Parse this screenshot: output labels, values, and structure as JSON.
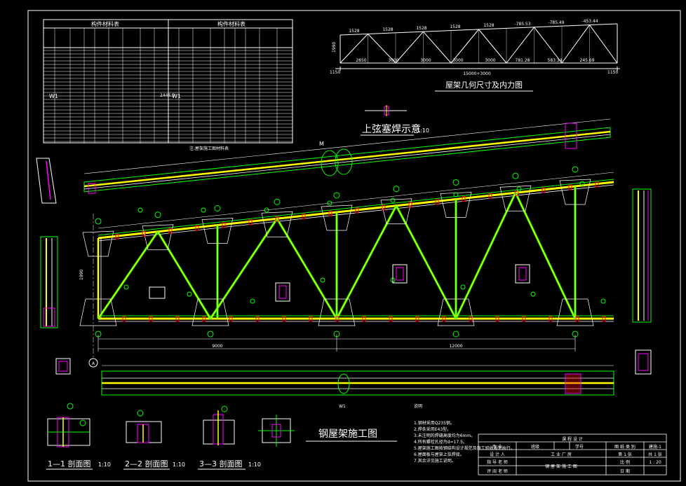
{
  "titles": {
    "geometry": "屋架几何尺寸及内力图",
    "upper_weld": "上弦塞焊示意",
    "upper_weld_scale": "1:10",
    "main_title": "钢屋架施工图",
    "sec1": "1—1 剖面图",
    "sec2": "2—2 剖面图",
    "sec3": "3—3 剖面图",
    "sec_scale": "1:10",
    "note_head": "说明"
  },
  "geometry": {
    "top_values": [
      "1528",
      "1528",
      "1528",
      "1528",
      "1528",
      "-785.53",
      "-785.49",
      "-453.44"
    ],
    "bottom_values": [
      "2850",
      "3000",
      "3000",
      "3000",
      "3000",
      "781.28",
      "583.34",
      "245.69"
    ],
    "span_total": "15000+3000",
    "left_dim": "1150",
    "right_dim": "1150",
    "height": "1990"
  },
  "material_tables": {
    "left_header": "构件材料表",
    "right_header": "构件材料表",
    "left_mark": "W1",
    "right_mark": "W1",
    "total": "2446.5",
    "note": "注:屋架施工图材料表"
  },
  "title_block": {
    "school": "课 程 设 计",
    "major_label": "专 业",
    "class_label": "班级",
    "student_label": "学号",
    "drawing_type_label": "图 纸 类 别",
    "drawing_type": "建施-1",
    "designer_label": "设 计 人",
    "project": "工 业 厂 房",
    "sheet": "第 1 张",
    "total_sheets": "共 1 张",
    "advisor1_label": "指 导 老 师",
    "advisor2_label": "评 阅 老 师",
    "drawing_name": "钢 屋 架 施 工 图",
    "scale_label": "比 例",
    "scale": "1 : 20",
    "date_label": "日 期"
  },
  "notes": [
    "1.钢材采用Q235钢。",
    "2.焊条采用E43型。",
    "3.未注明的焊缝高度均为6mm。",
    "4.所有螺栓孔径为d=17.5。",
    "5.屋架施工图按钢结构设计规范及施工验收规范执行。",
    "6.屋面板与屋架上弦焊接。",
    "7.其余详见施工说明。"
  ],
  "labels": {
    "axis_a": "A",
    "m_mark": "M",
    "w1": "W1",
    "dim_bottom_1": "9000",
    "dim_bottom_2": "12000",
    "dim_left": "1990"
  },
  "colors": {
    "chord": "#ffff00",
    "line": "#00ff00",
    "white": "#ffffff",
    "magenta": "#ff00ff",
    "red": "#ff0000",
    "cyan": "#00ffff"
  }
}
